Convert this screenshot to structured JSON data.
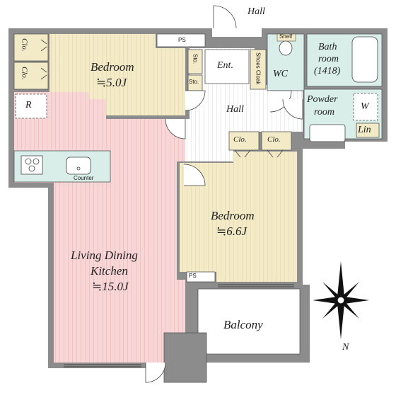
{
  "labels": {
    "hall_top": "Hall",
    "bedroom1_name": "Bedroom",
    "bedroom1_size": "≒5.0J",
    "ps_top": "PS",
    "clo_left_1": "Clo.",
    "clo_left_2": "Clo.",
    "r": "R",
    "sto_1": "Sto.",
    "sto_2": "Sto.",
    "ent": "Ent.",
    "shoes_cloak": "Shoes Cloak",
    "shelf": "Shelf",
    "wc": "WC",
    "bath_1": "Bath",
    "bath_2": "room",
    "bath_3": "(1418)",
    "powder_1": "Powder",
    "powder_2": "room",
    "w": "W",
    "lin": "Lin",
    "hall_mid": "Hall",
    "clo_mid_1": "Clo.",
    "clo_mid_2": "Clo.",
    "counter": "Counter",
    "bedroom2_name": "Bedroom",
    "bedroom2_size": "≒6.6J",
    "ldk_1": "Living Dining",
    "ldk_2": "Kitchen",
    "ldk_3": "≒15.0J",
    "ps_bottom": "PS",
    "balcony": "Balcony",
    "north": "N"
  },
  "colors": {
    "wall": "#8c8c8c",
    "bedroom": "#f3ebc8",
    "ldk": "#f7d6d8",
    "wet": "#d9eee9",
    "hall": "#ffffff",
    "closet": "#f3ebc8"
  }
}
